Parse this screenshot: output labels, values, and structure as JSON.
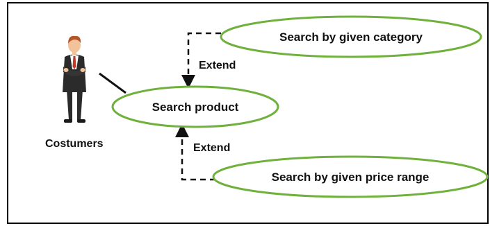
{
  "colors": {
    "frame": "#000000",
    "usecase_stroke": "#6FB13C",
    "connector": "#111111",
    "suit": "#2B2B2B",
    "shirt": "#FFFFFF",
    "tie": "#C0392B",
    "skin": "#F2C29B",
    "hair": "#B5552A"
  },
  "actor": {
    "label": "Costumers",
    "icon": "businessman-icon"
  },
  "use_cases": {
    "main": "Search product",
    "category": "Search by given category",
    "price": "Search by given price range"
  },
  "relations": {
    "top_extend": "Extend",
    "bottom_extend": "Extend"
  }
}
